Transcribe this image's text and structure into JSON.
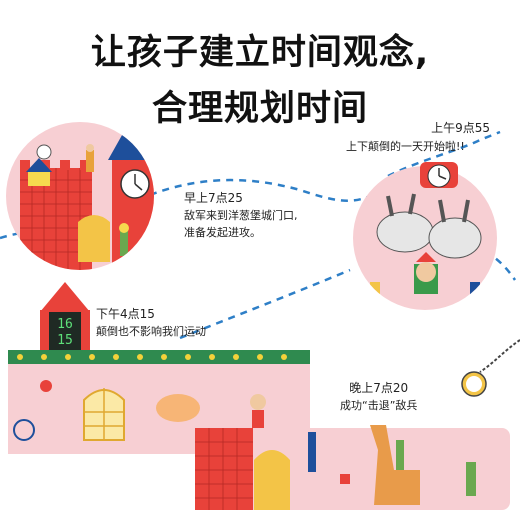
{
  "headline": {
    "line1": "让孩子建立时间观念,",
    "line2": "合理规划时间"
  },
  "scenes": [
    {
      "time": "早上7点25",
      "desc_lines": [
        "敌军来到洋葱堡城门口,",
        "准备发起进攻。"
      ]
    },
    {
      "time": "上午9点55",
      "desc_lines": [
        "上下颠倒的一天开始啦!!"
      ]
    },
    {
      "time": "下午4点15",
      "desc_lines": [
        "颠倒也不影响我们运动"
      ]
    },
    {
      "time": "晚上7点20",
      "desc_lines": [
        "成功“击退”敌兵"
      ]
    }
  ],
  "clock_display": {
    "top": "16",
    "bottom": "15"
  },
  "colors": {
    "pink": "#f7cfd3",
    "brick_red": "#e8423a",
    "dashed_line": "#2e7fc7",
    "green_band": "#2f8a4f",
    "yellow_band": "#f3d23a",
    "navy": "#1e4f9b"
  }
}
